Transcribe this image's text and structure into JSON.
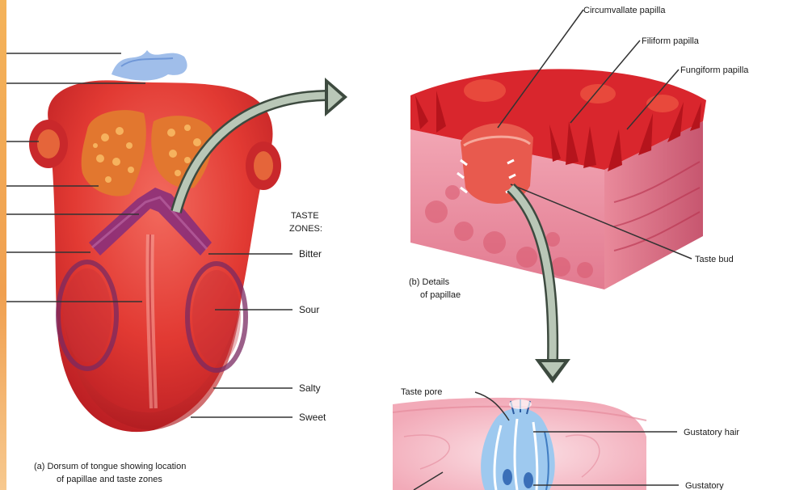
{
  "diagram": {
    "part_b_caption": [
      "(b) Details",
      "of papillae"
    ],
    "part_a_caption": [
      "(a) Dorsum of tongue showing location",
      "of papillae and taste zones"
    ],
    "taste_zones_heading": [
      "TASTE",
      "ZONES:"
    ],
    "taste_zone_labels": {
      "bitter": "Bitter",
      "sour": "Sour",
      "salty": "Salty",
      "sweet": "Sweet"
    },
    "papilla_labels": {
      "circumvallate": "Circumvallate papilla",
      "filiform": "Filiform papilla",
      "fungiform": "Fungiform papilla",
      "taste_bud": "Taste bud"
    },
    "taste_bud_labels": {
      "taste_pore": "Taste pore",
      "gustatory_hair": "Gustatory hair",
      "gustatory": "Gustatory"
    }
  }
}
